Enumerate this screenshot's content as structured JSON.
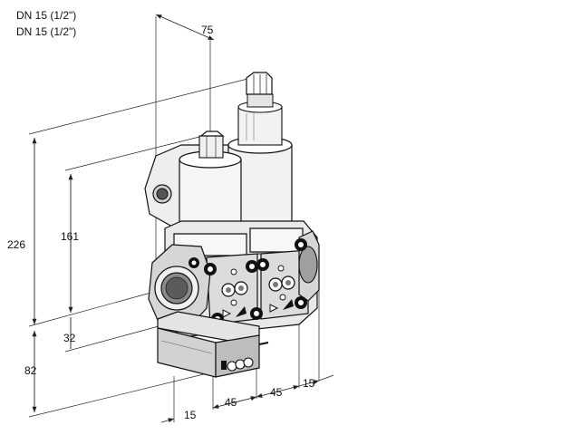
{
  "title": {
    "line1": "DN 15 (1/2\")",
    "line2": "DN 15 (1/2\")"
  },
  "dimensions": {
    "overall_height": "226",
    "solenoid_height": "161",
    "inlet_offset": "32",
    "base_height": "82",
    "depth": "75",
    "bottom_offset": "15",
    "pitch_1": "45",
    "pitch_2": "45",
    "right_offset": "15"
  },
  "colors": {
    "line": "#222222",
    "body_light": "#f2f2f2",
    "body_mid": "#d9d9d9",
    "body_dark": "#9a9a9a",
    "black": "#111111"
  }
}
